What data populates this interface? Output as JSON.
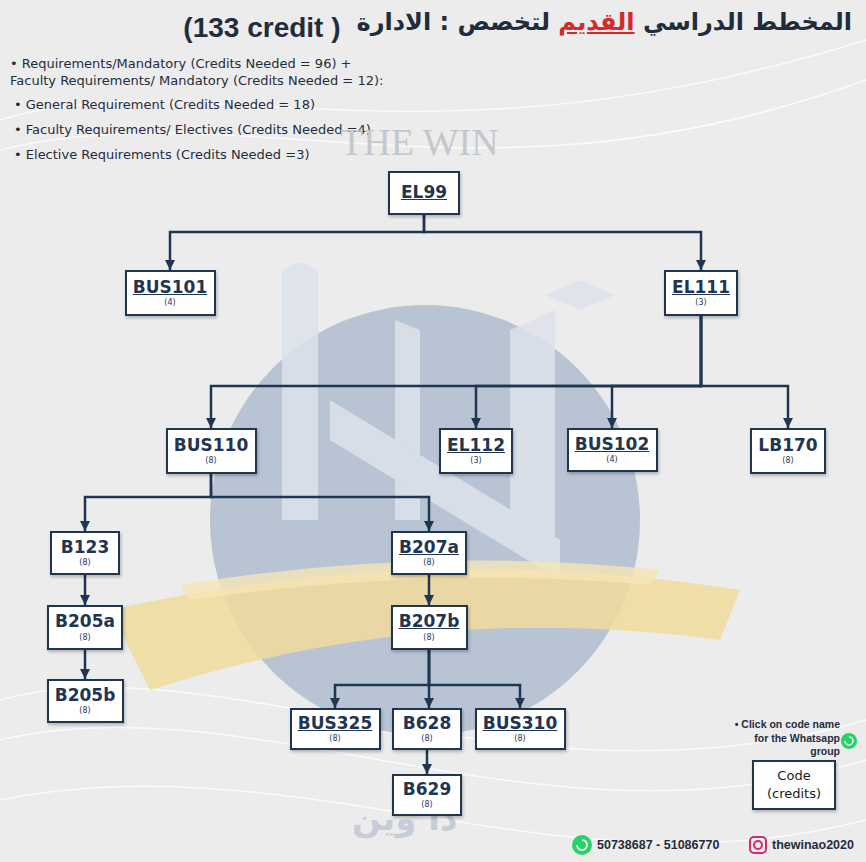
{
  "diagram": {
    "title": "المخطط الدراسي القديم لتخصص : الادارة",
    "nodes": [
      {
        "text": [
          "EL99"
        ]
      },
      {
        "text": [
          "BUS101",
          "(4)"
        ]
      },
      {
        "text": [
          "EL111",
          "(3)"
        ]
      },
      {
        "text": [
          "BUS110",
          "(8)"
        ]
      },
      {
        "text": [
          "EL112",
          "(3)"
        ]
      },
      {
        "text": [
          "BUS102",
          "(4)"
        ]
      },
      {
        "text": [
          "LB170",
          "(8)"
        ]
      },
      {
        "text": [
          "B123",
          "(8)"
        ]
      },
      {
        "text": [
          "B207a",
          "(8)"
        ]
      },
      {
        "text": [
          "B205a",
          "(8)"
        ]
      },
      {
        "text": [
          "B207b",
          "(8)"
        ]
      },
      {
        "text": [
          "B205b",
          "(8)"
        ]
      },
      {
        "text": [
          "BUS325",
          "(8)"
        ]
      },
      {
        "text": [
          "B628",
          "(8)"
        ]
      },
      {
        "text": [
          "BUS310",
          "(8)"
        ]
      },
      {
        "text": [
          "B629",
          "(8)"
        ]
      },
      {
        "text": [
          "Code",
          "(credits)"
        ]
      }
    ],
    "edges": [
      {
        "from": 0,
        "to": 1,
        "arrow": "to"
      },
      {
        "from": 0,
        "to": 2,
        "arrow": "to"
      },
      {
        "from": 2,
        "to": 3,
        "arrow": "to"
      },
      {
        "from": 2,
        "to": 4,
        "arrow": "to"
      },
      {
        "from": 2,
        "to": 5,
        "arrow": "to"
      },
      {
        "from": 2,
        "to": 6,
        "arrow": "to"
      },
      {
        "from": 3,
        "to": 7,
        "arrow": "to"
      },
      {
        "from": 3,
        "to": 8,
        "arrow": "to"
      },
      {
        "from": 7,
        "to": 9,
        "arrow": "to"
      },
      {
        "from": 9,
        "to": 11,
        "arrow": "to"
      },
      {
        "from": 8,
        "to": 10,
        "arrow": "to"
      },
      {
        "from": 10,
        "to": 12,
        "arrow": "to"
      },
      {
        "from": 10,
        "to": 13,
        "arrow": "to"
      },
      {
        "from": 10,
        "to": 14,
        "arrow": "to"
      },
      {
        "from": 13,
        "to": 15,
        "arrow": "to"
      }
    ],
    "labels": [
      "(133 credit )",
      "• Requirements/Mandatory (Credits Needed = 96) + Faculty Requirements/ Mandatory (Credits Needed = 12):",
      "• General Requirement (Credits Needed = 18)",
      "• Faculty Requirements/ Electives (Credits Needed =4)",
      "• Elective Requirements (Credits Needed =3)",
      "THE WIN",
      "• Click on code name for the Whatsapp group",
      "50738687 - 51086770",
      "thewinao2020",
      "ذا وين"
    ]
  }
}
